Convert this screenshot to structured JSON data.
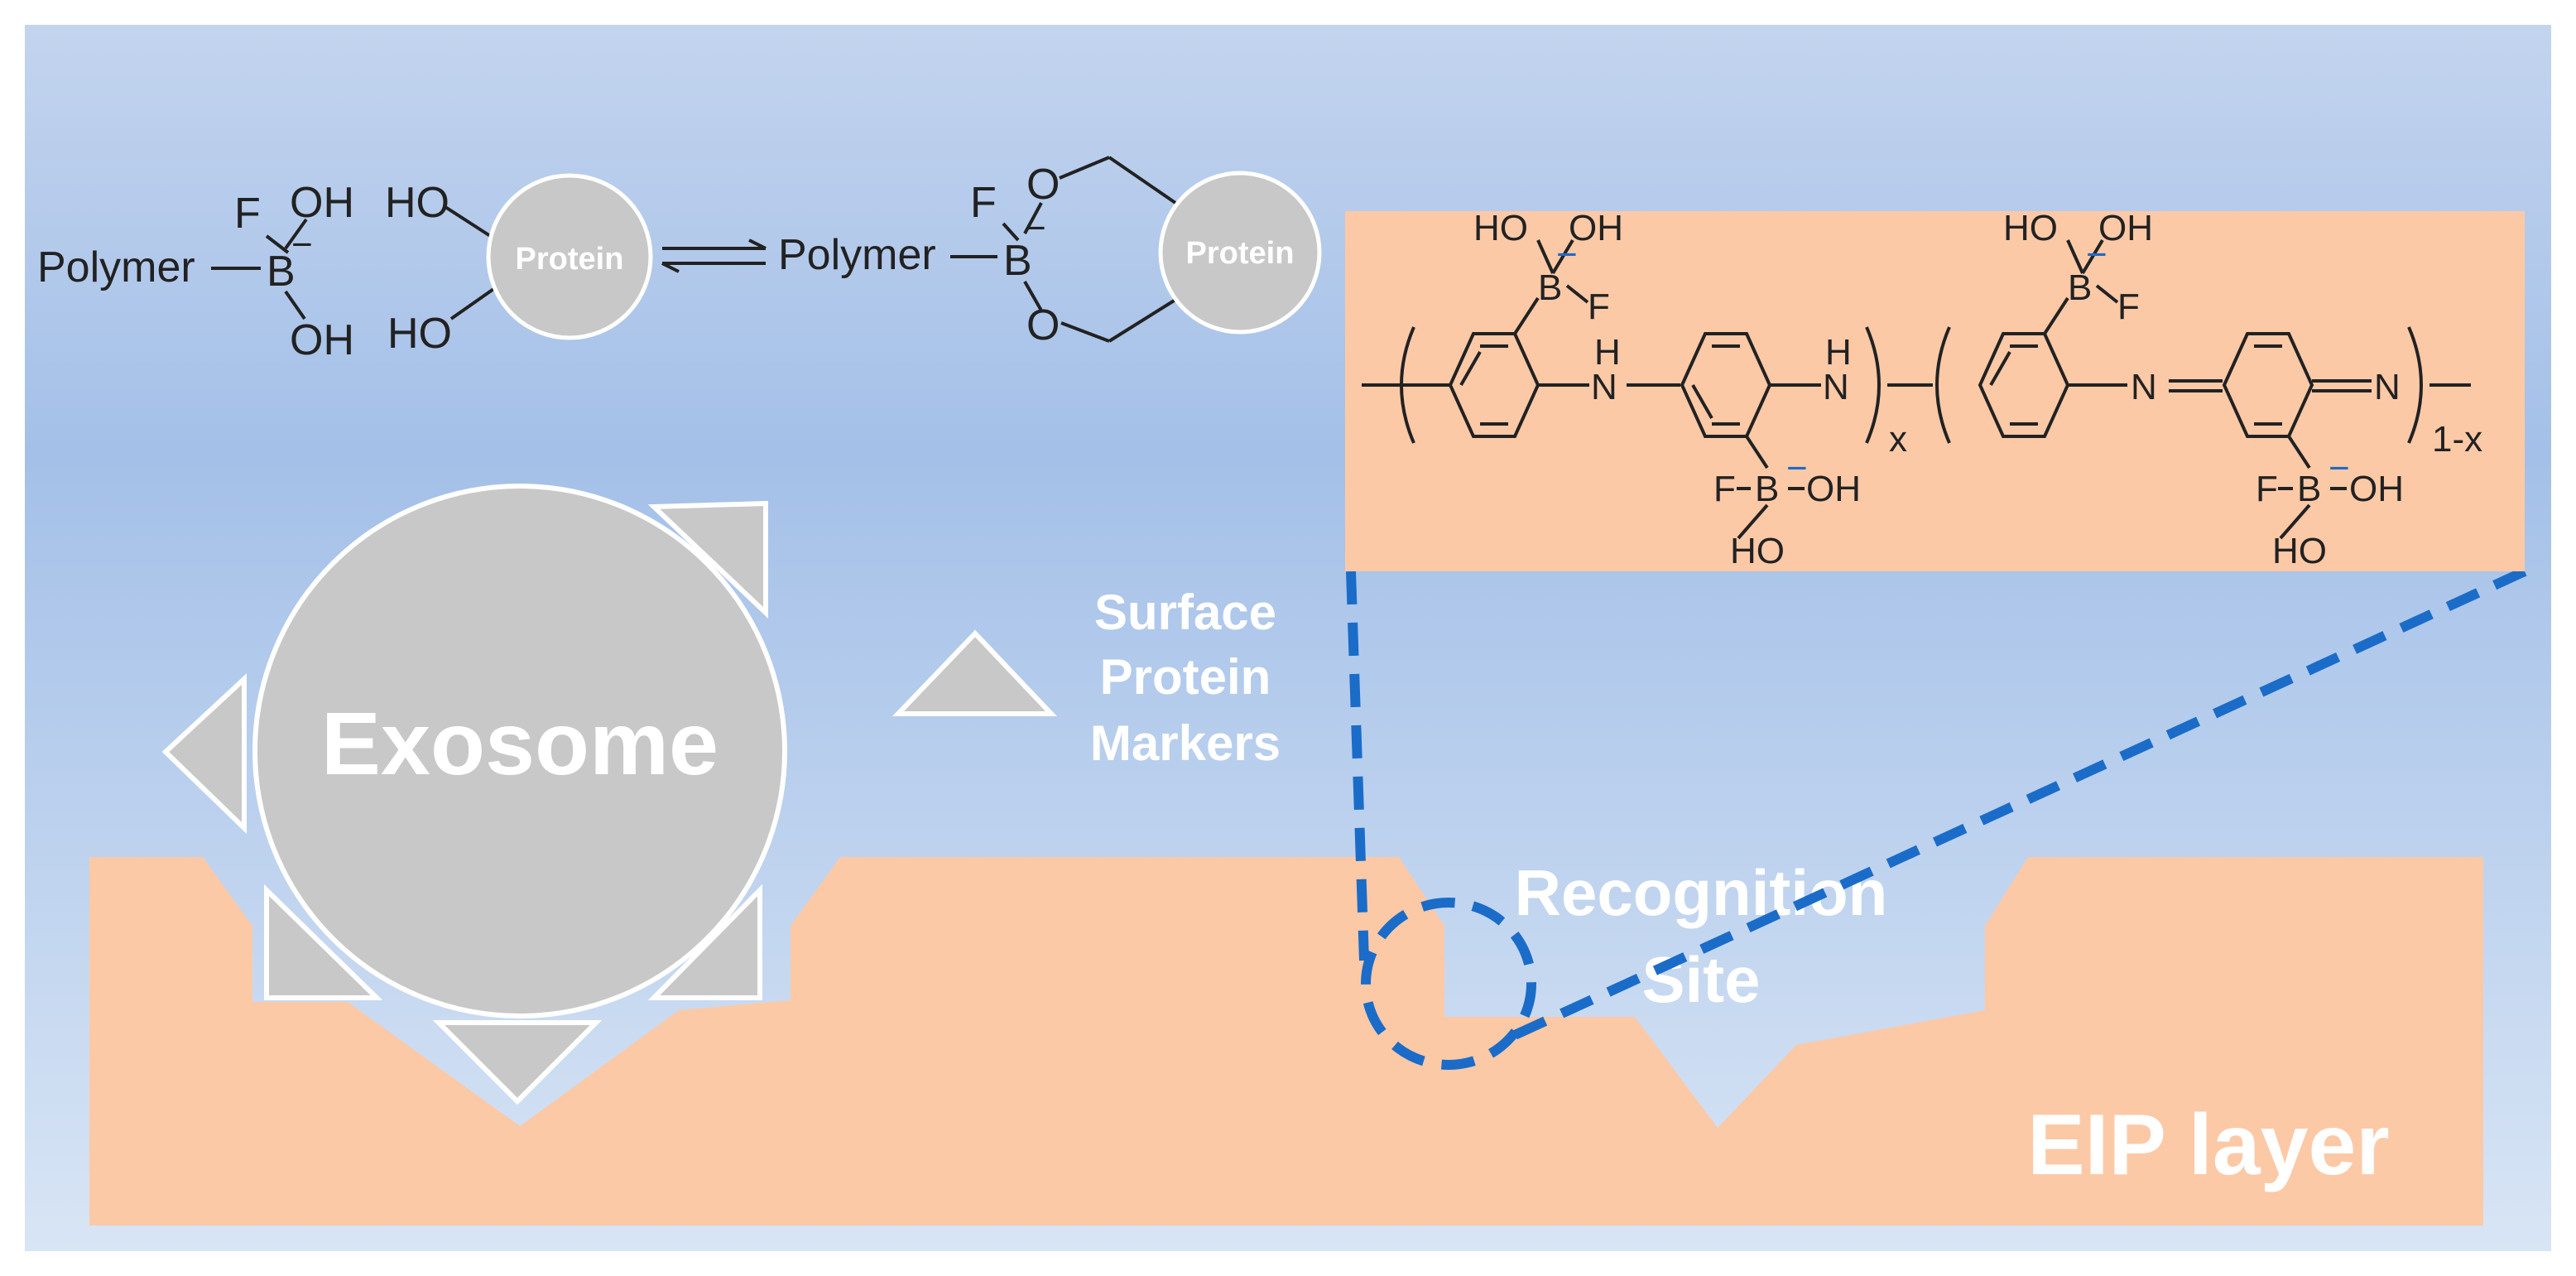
{
  "colors": {
    "background_top": "#c3d4ee",
    "background_mid": "#a4c0e8",
    "background_bottom": "#d8e5f5",
    "eip_layer": "#fcc9a7",
    "shape_gray": "#c8c8c8",
    "outline_white": "#ffffff",
    "bond_black": "#222222",
    "charge_blue": "#1f6bc4",
    "dashed_blue": "#1a6cc8"
  },
  "reaction": {
    "polymer_left": "Polymer",
    "boron": "B",
    "fluorine": "F",
    "hydroxyl_top": "OH",
    "hydroxyl_bottom": "OH",
    "charge": "−",
    "protein_ho_top": "HO",
    "protein_ho_bottom": "HO",
    "protein_left": "Protein",
    "equilibrium_icon": "equilibrium-arrows-icon",
    "polymer_right": "Polymer",
    "boron_right": "B",
    "fluorine_right": "F",
    "ester_o_top": "O",
    "ester_o_bottom": "O",
    "charge_right": "−",
    "protein_right": "Protein"
  },
  "structure_panel": {
    "ho_1": "HO",
    "oh_1": "OH",
    "b_1": "B",
    "f_1": "F",
    "charge_1": "−",
    "nh_1_h": "H",
    "nh_1_n": "N",
    "nh_2_h": "H",
    "nh_2_n": "N",
    "subscript_x": "x",
    "f_2": "F",
    "b_2": "B",
    "oh_2": "OH",
    "ho_2": "HO",
    "charge_2": "−",
    "ho_3": "HO",
    "oh_3": "OH",
    "b_3": "B",
    "f_3": "F",
    "charge_3": "−",
    "n_imine_1": "N",
    "n_imine_2": "N",
    "subscript_1x": "1-x",
    "f_4": "F",
    "b_4": "B",
    "oh_4": "OH",
    "ho_4": "HO",
    "charge_4": "−"
  },
  "labels": {
    "exosome": "Exosome",
    "surface_markers_line1": "Surface",
    "surface_markers_line2": "Protein",
    "surface_markers_line3": "Markers",
    "recognition_line1": "Recognition",
    "recognition_line2": "Site",
    "eip_layer": "EIP layer"
  }
}
